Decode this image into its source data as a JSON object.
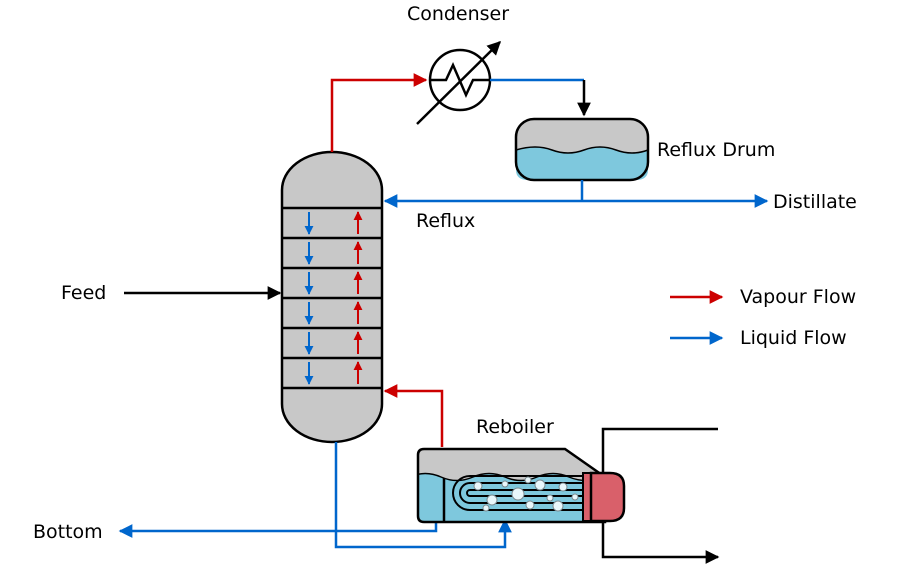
{
  "labels": {
    "condenser": "Condenser",
    "reflux_drum": "Reflux Drum",
    "distillate": "Distillate",
    "reflux": "Reflux",
    "feed": "Feed",
    "reboiler": "Reboiler",
    "bottom": "Bottom"
  },
  "legend": {
    "vapour": "Vapour Flow",
    "liquid": "Liquid Flow"
  },
  "colors": {
    "vapour": "#cc0000",
    "liquid": "#0066cc",
    "vessel": "#c8c8c8",
    "liquid_fill": "#7ec8dd",
    "heater": "#d9606a",
    "outline": "#000000"
  }
}
